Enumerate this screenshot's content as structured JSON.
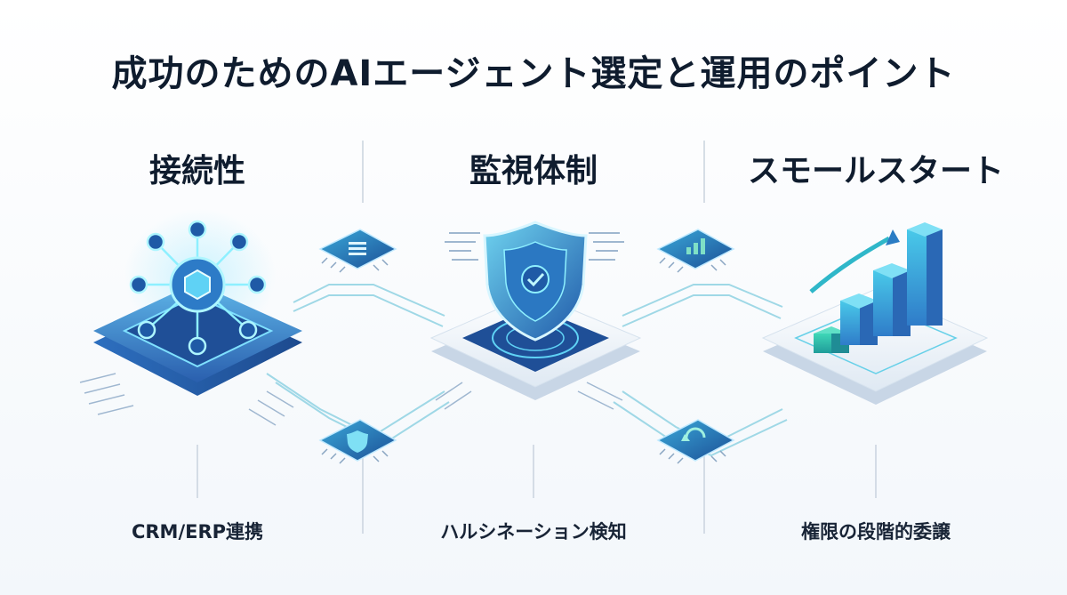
{
  "title": "成功のためのAIエージェント選定と運用のポイント",
  "columns": [
    {
      "heading": "接続性",
      "caption": "CRM/ERP連携",
      "icon": "network-node-icon"
    },
    {
      "heading": "監視体制",
      "caption": "ハルシネーション検知",
      "icon": "shield-check-icon"
    },
    {
      "heading": "スモールスタート",
      "caption": "権限の段階的委譲",
      "icon": "growth-bar-chart-icon"
    }
  ],
  "colors": {
    "text": "#0f1c2e",
    "primary_blue": "#2f6fc2",
    "teal": "#2ec4b0",
    "light_cyan": "#7fd8f0",
    "divider": "#c9d3de"
  }
}
